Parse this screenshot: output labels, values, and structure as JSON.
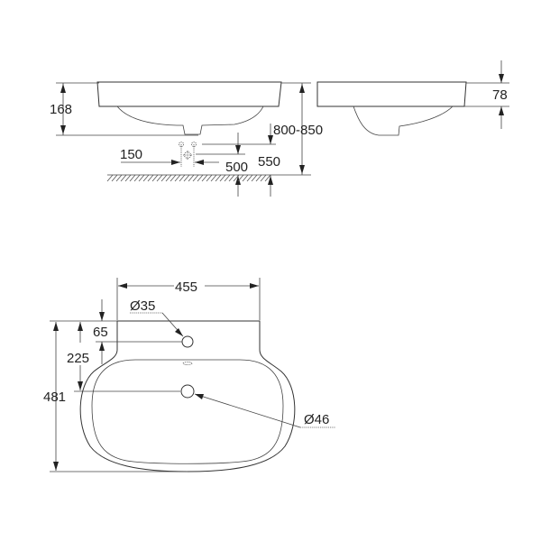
{
  "diagram": {
    "type": "technical-drawing",
    "subject": "washbasin",
    "views": {
      "front_view": {
        "dimensions": {
          "height": "168",
          "installation_height": "800-850",
          "tap_offset": "150",
          "supply_height_1": "500",
          "supply_height_2": "550"
        }
      },
      "side_view": {
        "dimensions": {
          "rim_thickness": "78"
        }
      },
      "top_view": {
        "dimensions": {
          "width": "455",
          "depth": "481",
          "tap_hole_offset": "65",
          "drain_offset": "225",
          "tap_hole_diameter": "Ø35",
          "drain_diameter": "Ø46"
        }
      }
    },
    "colors": {
      "line": "#333333",
      "text": "#222222",
      "background": "#ffffff"
    }
  }
}
